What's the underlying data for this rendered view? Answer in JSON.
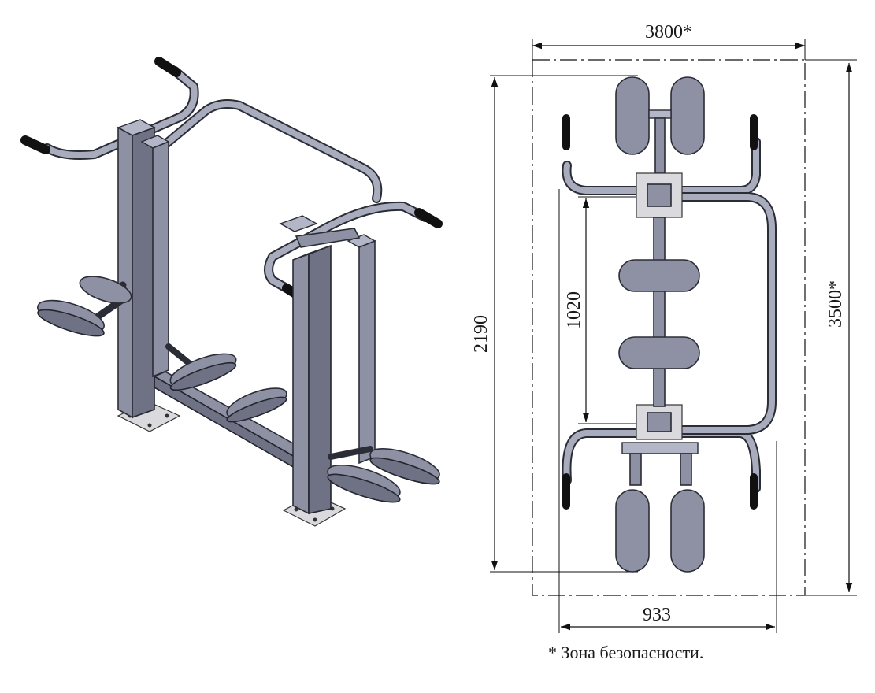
{
  "dimensions": {
    "zone_width": "3800*",
    "zone_length": "3500*",
    "overall_length": "2190",
    "pedal_travel": "1020",
    "overall_width": "933"
  },
  "note": "* Зона безопасности.",
  "colors": {
    "steel": "#8e91a3",
    "outline": "#2a2c36",
    "grip": "#111111",
    "background": "#ffffff"
  }
}
